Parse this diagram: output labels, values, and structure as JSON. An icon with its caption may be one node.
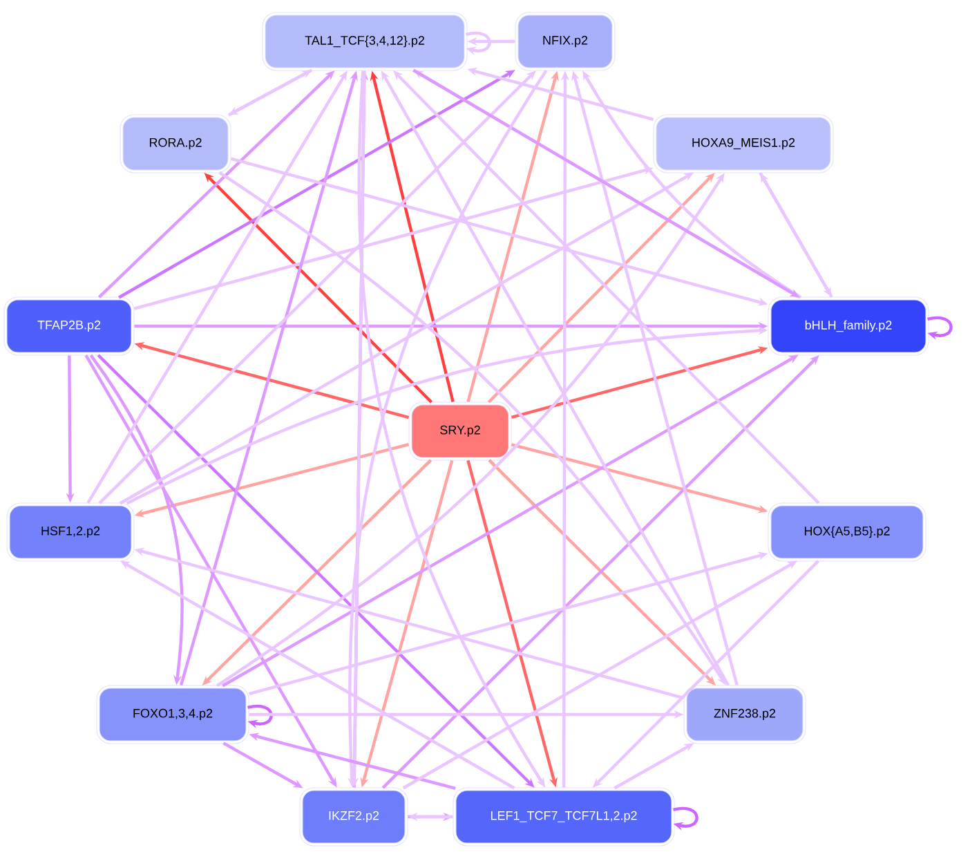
{
  "diagram": {
    "nodes": [
      {
        "text": [
          "TAL1_TCF{3,4,12}.p2"
        ]
      },
      {
        "text": [
          "NFIX.p2"
        ]
      },
      {
        "text": [
          "RORA.p2"
        ]
      },
      {
        "text": [
          "HOXA9_MEIS1.p2"
        ]
      },
      {
        "text": [
          "TFAP2B.p2"
        ]
      },
      {
        "text": [
          "bHLH_family.p2"
        ]
      },
      {
        "text": [
          "SRY.p2"
        ]
      },
      {
        "text": [
          "HSF1,2.p2"
        ]
      },
      {
        "text": [
          "HOX{A5,B5}.p2"
        ]
      },
      {
        "text": [
          "FOXO1,3,4.p2"
        ]
      },
      {
        "text": [
          "ZNF238.p2"
        ]
      },
      {
        "text": [
          "IKZF2.p2"
        ]
      },
      {
        "text": [
          "LEF1_TCF7_TCF7L1,2.p2"
        ]
      }
    ],
    "edges": [
      {
        "from": 6,
        "to": 0,
        "arrow": "to",
        "color": "#ff4040"
      },
      {
        "from": 6,
        "to": 2,
        "arrow": "to",
        "color": "#ff4040"
      },
      {
        "from": 6,
        "to": 4,
        "arrow": "to",
        "color": "#ff6666"
      },
      {
        "from": 6,
        "to": 5,
        "arrow": "to",
        "color": "#ff6666"
      },
      {
        "from": 6,
        "to": 12,
        "arrow": "to",
        "color": "#ff6666"
      },
      {
        "from": 6,
        "to": 1,
        "arrow": "to",
        "color": "#ffa3a3"
      },
      {
        "from": 6,
        "to": 3,
        "arrow": "to",
        "color": "#ffa3a3"
      },
      {
        "from": 6,
        "to": 7,
        "arrow": "to",
        "color": "#ffa3a3"
      },
      {
        "from": 6,
        "to": 8,
        "arrow": "to",
        "color": "#ffa3a3"
      },
      {
        "from": 6,
        "to": 9,
        "arrow": "to",
        "color": "#ffa3a3"
      },
      {
        "from": 6,
        "to": 10,
        "arrow": "to",
        "color": "#ffa3a3"
      },
      {
        "from": 6,
        "to": 11,
        "arrow": "to",
        "color": "#ffa3a3"
      },
      {
        "from": 0,
        "to": 0,
        "arrow": "to"
      },
      {
        "from": 5,
        "to": 5,
        "arrow": "to",
        "color": "#cc66ff"
      },
      {
        "from": 9,
        "to": 9,
        "arrow": "to",
        "color": "#cc66ff"
      },
      {
        "from": 12,
        "to": 12,
        "arrow": "to",
        "color": "#cc66ff"
      },
      {
        "from": 0,
        "to": 2,
        "arrow": "to"
      },
      {
        "from": 2,
        "to": 0,
        "arrow": "to"
      },
      {
        "from": 4,
        "to": 1,
        "arrow": "to",
        "color": "#cc77ff"
      },
      {
        "from": 4,
        "to": 0,
        "arrow": "to",
        "color": "#dd99ff"
      },
      {
        "from": 4,
        "to": 5,
        "arrow": "to",
        "color": "#dd99ff"
      },
      {
        "from": 4,
        "to": 7,
        "arrow": "to",
        "color": "#dd99ff"
      },
      {
        "from": 4,
        "to": 9,
        "arrow": "to",
        "color": "#dd99ff"
      },
      {
        "from": 4,
        "to": 11,
        "arrow": "to",
        "color": "#dd99ff"
      },
      {
        "from": 4,
        "to": 12,
        "arrow": "to",
        "color": "#cc77ff"
      },
      {
        "from": 4,
        "to": 3,
        "arrow": "to"
      },
      {
        "from": 3,
        "to": 0,
        "arrow": "to"
      },
      {
        "from": 1,
        "to": 0,
        "arrow": "to"
      },
      {
        "from": 5,
        "to": 0,
        "arrow": "to"
      },
      {
        "from": 5,
        "to": 1,
        "arrow": "to"
      },
      {
        "from": 5,
        "to": 3,
        "arrow": "to"
      },
      {
        "from": 3,
        "to": 5,
        "arrow": "to"
      },
      {
        "from": 9,
        "to": 0,
        "arrow": "to",
        "color": "#dd99ff"
      },
      {
        "from": 11,
        "to": 0,
        "arrow": "to",
        "color": "#dd99ff"
      },
      {
        "from": 7,
        "to": 0,
        "arrow": "to"
      },
      {
        "from": 7,
        "to": 1,
        "arrow": "to"
      },
      {
        "from": 7,
        "to": 3,
        "arrow": "to"
      },
      {
        "from": 7,
        "to": 5,
        "arrow": "to"
      },
      {
        "from": 9,
        "to": 3,
        "arrow": "to"
      },
      {
        "from": 9,
        "to": 5,
        "arrow": "to",
        "color": "#dd99ff"
      },
      {
        "from": 11,
        "to": 5,
        "arrow": "to",
        "color": "#dd99ff"
      },
      {
        "from": 12,
        "to": 1,
        "arrow": "to"
      },
      {
        "from": 10,
        "to": 1,
        "arrow": "to"
      },
      {
        "from": 10,
        "to": 0,
        "arrow": "to"
      },
      {
        "from": 8,
        "to": 0,
        "arrow": "to"
      },
      {
        "from": 2,
        "to": 5,
        "arrow": "to"
      },
      {
        "from": 2,
        "to": 10,
        "arrow": "to"
      },
      {
        "from": 0,
        "to": 12,
        "arrow": "to"
      },
      {
        "from": 0,
        "to": 11,
        "arrow": "to"
      },
      {
        "from": 0,
        "to": 5,
        "arrow": "to",
        "color": "#dd99ff"
      },
      {
        "from": 1,
        "to": 11,
        "arrow": "to"
      },
      {
        "from": 9,
        "to": 10,
        "arrow": "to"
      },
      {
        "from": 12,
        "to": 10,
        "arrow": "to"
      },
      {
        "from": 8,
        "to": 12,
        "arrow": "to"
      },
      {
        "from": 11,
        "to": 12,
        "arrow": "to",
        "color": "#dd99ff"
      },
      {
        "from": 12,
        "to": 11,
        "arrow": "to"
      },
      {
        "from": 9,
        "to": 11,
        "arrow": "to",
        "color": "#dd99ff"
      },
      {
        "from": 12,
        "to": 9,
        "arrow": "to",
        "color": "#dd99ff"
      },
      {
        "from": 10,
        "to": 7,
        "arrow": "to"
      },
      {
        "from": 12,
        "to": 7,
        "arrow": "to"
      },
      {
        "from": 11,
        "to": 8,
        "arrow": "to"
      },
      {
        "from": 9,
        "to": 8,
        "arrow": "to"
      }
    ]
  }
}
